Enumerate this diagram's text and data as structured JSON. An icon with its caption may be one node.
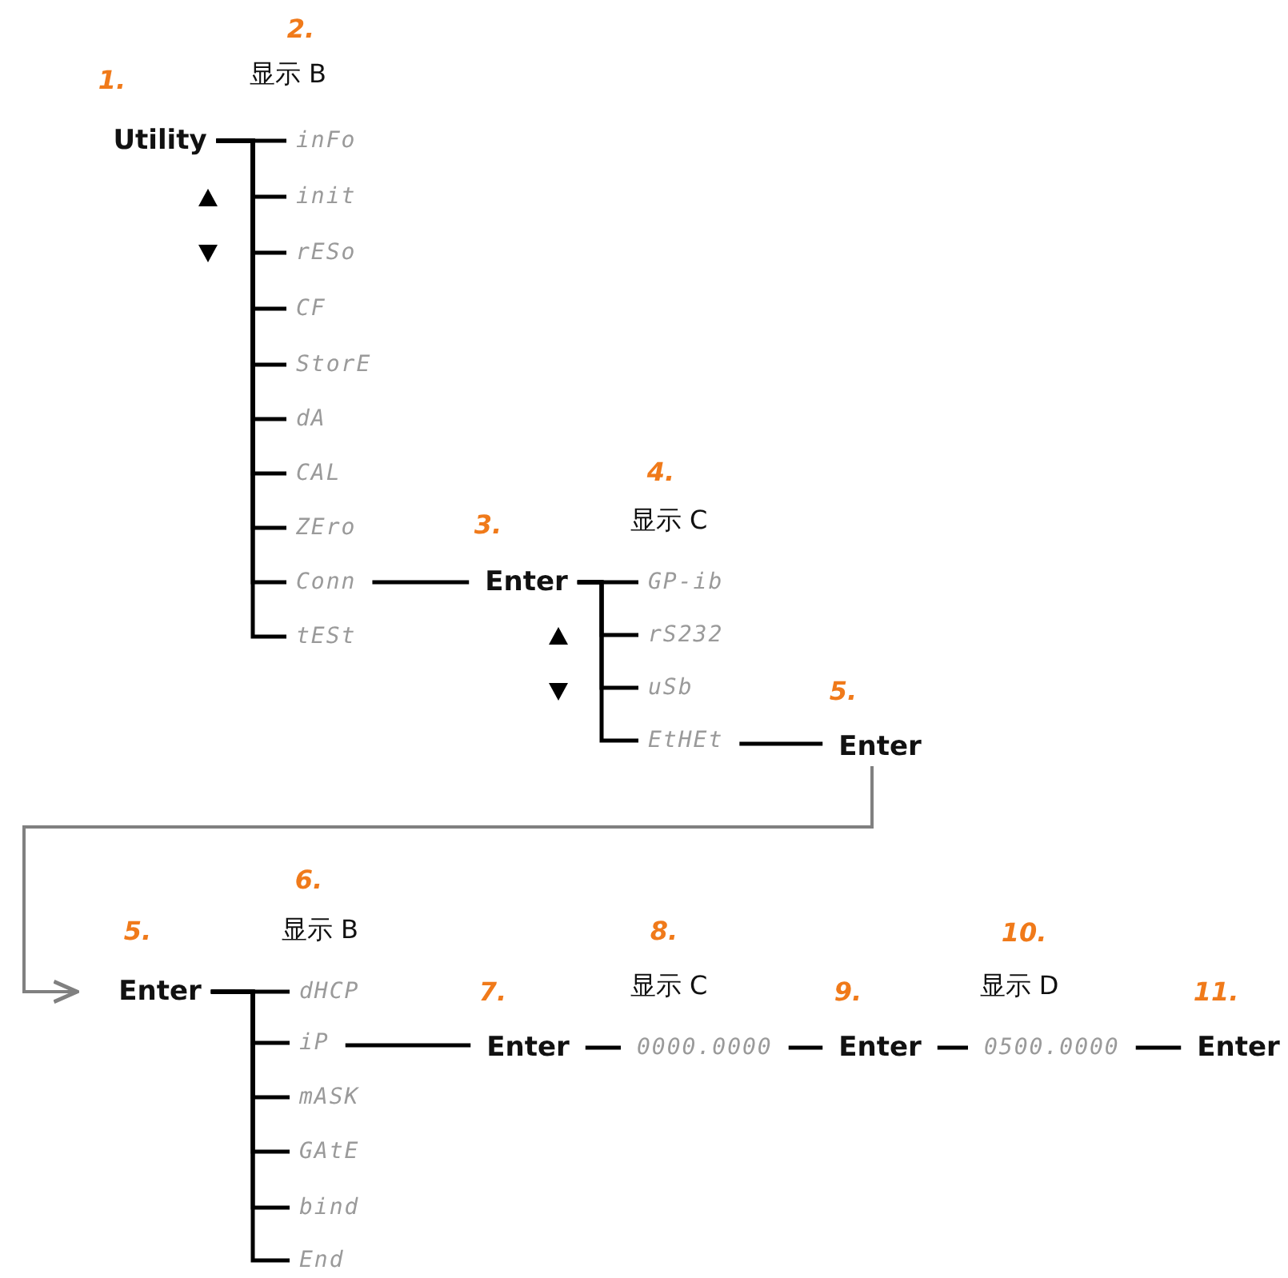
{
  "diagram": {
    "nodes": [
      {
        "text": [
          "Utility"
        ]
      },
      {
        "text": [
          "inFo"
        ]
      },
      {
        "text": [
          "init"
        ]
      },
      {
        "text": [
          "rESo"
        ]
      },
      {
        "text": [
          "CF"
        ]
      },
      {
        "text": [
          "StorE"
        ]
      },
      {
        "text": [
          "dA"
        ]
      },
      {
        "text": [
          "CAL"
        ]
      },
      {
        "text": [
          "ZEro"
        ]
      },
      {
        "text": [
          "Conn"
        ]
      },
      {
        "text": [
          "tESt"
        ]
      },
      {
        "text": [
          "Enter"
        ]
      },
      {
        "text": [
          "GP-ib"
        ]
      },
      {
        "text": [
          "rS232"
        ]
      },
      {
        "text": [
          "uSb"
        ]
      },
      {
        "text": [
          "EtHEt"
        ]
      },
      {
        "text": [
          "Enter"
        ]
      },
      {
        "text": [
          "Enter"
        ]
      },
      {
        "text": [
          "dHCP"
        ]
      },
      {
        "text": [
          "iP"
        ]
      },
      {
        "text": [
          "mASK"
        ]
      },
      {
        "text": [
          "GAtE"
        ]
      },
      {
        "text": [
          "bind"
        ]
      },
      {
        "text": [
          "End"
        ]
      },
      {
        "text": [
          "Enter"
        ]
      },
      {
        "text": [
          "0000.0000"
        ]
      },
      {
        "text": [
          "Enter"
        ]
      },
      {
        "text": [
          "0500.0000"
        ]
      },
      {
        "text": [
          "Enter"
        ]
      }
    ],
    "edges": [
      {
        "from": 0,
        "to": 1,
        "arrow": "none"
      },
      {
        "from": 0,
        "to": 2,
        "arrow": "none"
      },
      {
        "from": 0,
        "to": 3,
        "arrow": "none"
      },
      {
        "from": 0,
        "to": 4,
        "arrow": "none"
      },
      {
        "from": 0,
        "to": 5,
        "arrow": "none"
      },
      {
        "from": 0,
        "to": 6,
        "arrow": "none"
      },
      {
        "from": 0,
        "to": 7,
        "arrow": "none"
      },
      {
        "from": 0,
        "to": 8,
        "arrow": "none"
      },
      {
        "from": 0,
        "to": 9,
        "arrow": "none"
      },
      {
        "from": 0,
        "to": 10,
        "arrow": "none"
      },
      {
        "from": 9,
        "to": 11,
        "arrow": "none"
      },
      {
        "from": 11,
        "to": 12,
        "arrow": "none"
      },
      {
        "from": 11,
        "to": 13,
        "arrow": "none"
      },
      {
        "from": 11,
        "to": 14,
        "arrow": "none"
      },
      {
        "from": 11,
        "to": 15,
        "arrow": "none"
      },
      {
        "from": 15,
        "to": 16,
        "arrow": "none"
      },
      {
        "from": 16,
        "to": 17,
        "arrow": "to",
        "color": "#808080"
      },
      {
        "from": 17,
        "to": 18,
        "arrow": "none"
      },
      {
        "from": 17,
        "to": 19,
        "arrow": "none"
      },
      {
        "from": 17,
        "to": 20,
        "arrow": "none"
      },
      {
        "from": 17,
        "to": 21,
        "arrow": "none"
      },
      {
        "from": 17,
        "to": 22,
        "arrow": "none"
      },
      {
        "from": 17,
        "to": 23,
        "arrow": "none"
      },
      {
        "from": 19,
        "to": 24,
        "arrow": "none"
      },
      {
        "from": 24,
        "to": 25,
        "arrow": "none"
      },
      {
        "from": 25,
        "to": 26,
        "arrow": "none"
      },
      {
        "from": 26,
        "to": 27,
        "arrow": "none"
      },
      {
        "from": 27,
        "to": 28,
        "arrow": "none"
      }
    ],
    "labels": [
      "2.",
      "1.",
      "显示 B",
      "4.",
      "3.",
      "显示 C",
      "5.",
      "6.",
      "5.",
      "显示 B",
      "8.",
      "10.",
      "7.",
      "显示 C",
      "9.",
      "显示 D",
      "11."
    ]
  }
}
